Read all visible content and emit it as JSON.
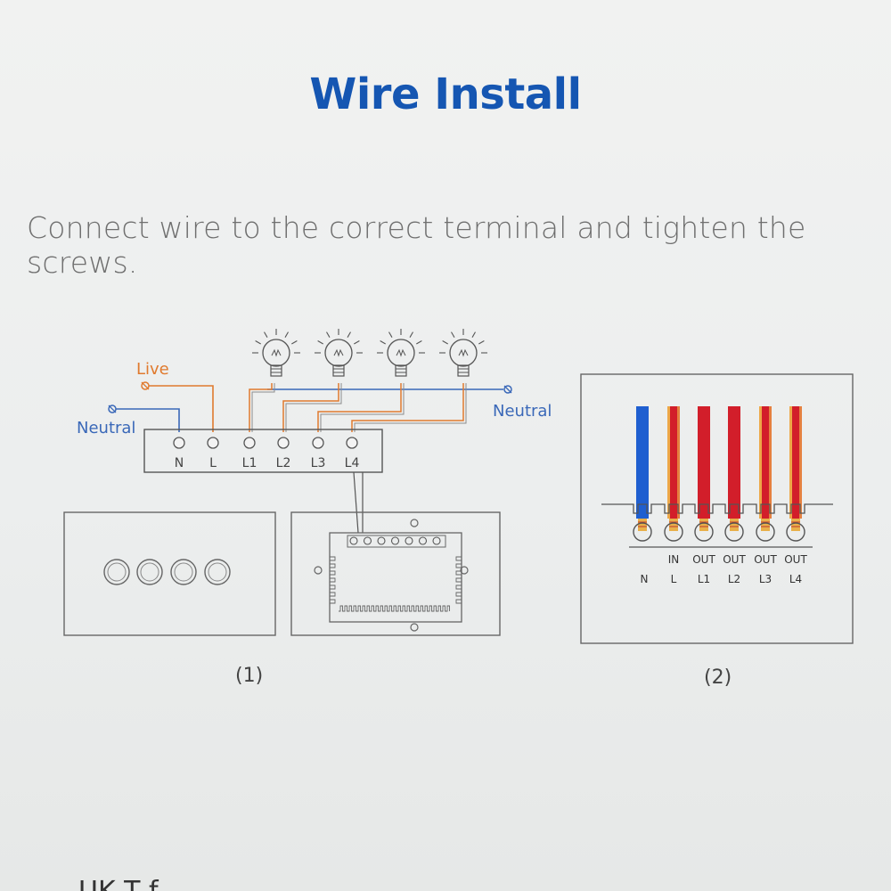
{
  "title": "Wire Install",
  "instruction": "Connect wire to the correct terminal and tighten the screws.",
  "wiring": {
    "live_label": "Live",
    "neutral_left_label": "Neutral",
    "neutral_right_label": "Neutral",
    "terminals": [
      "N",
      "L",
      "L1",
      "L2",
      "L3",
      "L4"
    ],
    "bulb_count": 4
  },
  "figure1_caption": "(1)",
  "figure2": {
    "caption": "(2)",
    "top_labels": [
      "",
      "IN",
      "OUT",
      "OUT",
      "OUT",
      "OUT"
    ],
    "bottom_labels": [
      "N",
      "L",
      "L1",
      "L2",
      "L3",
      "L4"
    ]
  },
  "bottom_text": "UK T  f",
  "colors": {
    "title": "#1556b2",
    "live_wire": "#e07a2e",
    "neutral_wire": "#3a68b8",
    "wire_blue": "#1f5fd0",
    "wire_red": "#d21e2a",
    "wire_stripe": "#f2c14e",
    "line": "#555555"
  }
}
